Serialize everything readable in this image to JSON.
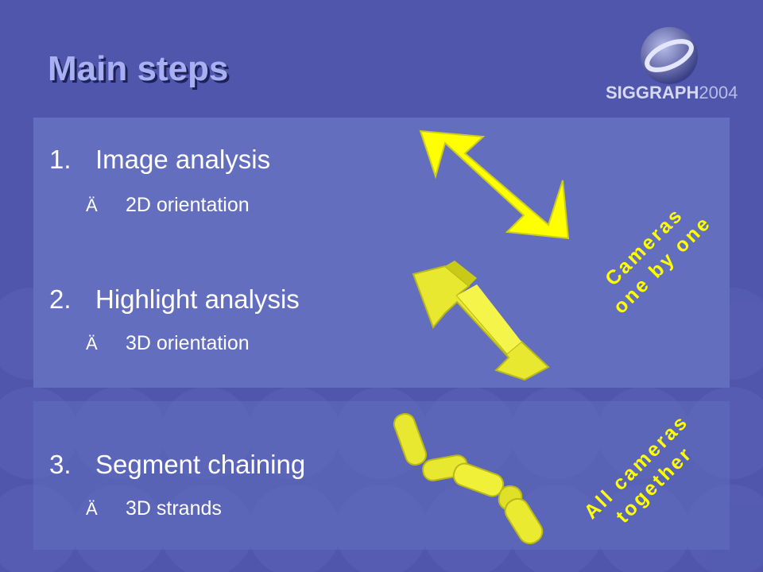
{
  "title": "Main steps",
  "logo": {
    "brand": "SIGGRAPH",
    "year": "2004"
  },
  "steps": [
    {
      "number": "1.",
      "label": "Image analysis",
      "sub": "2D orientation"
    },
    {
      "number": "2.",
      "label": "Highlight analysis",
      "sub": "3D orientation"
    },
    {
      "number": "3.",
      "label": "Segment chaining",
      "sub": "3D strands"
    }
  ],
  "bullet_glyph": "Ä",
  "annotations": {
    "cameras_one": {
      "line1": "Cameras",
      "line2": "one by one"
    },
    "cameras_all": {
      "line1": "All cameras",
      "line2": "together"
    }
  },
  "colors": {
    "background": "#4f56ac",
    "panel": "#636fbe",
    "title": "#a9b0f2",
    "accent": "#ffff00"
  }
}
